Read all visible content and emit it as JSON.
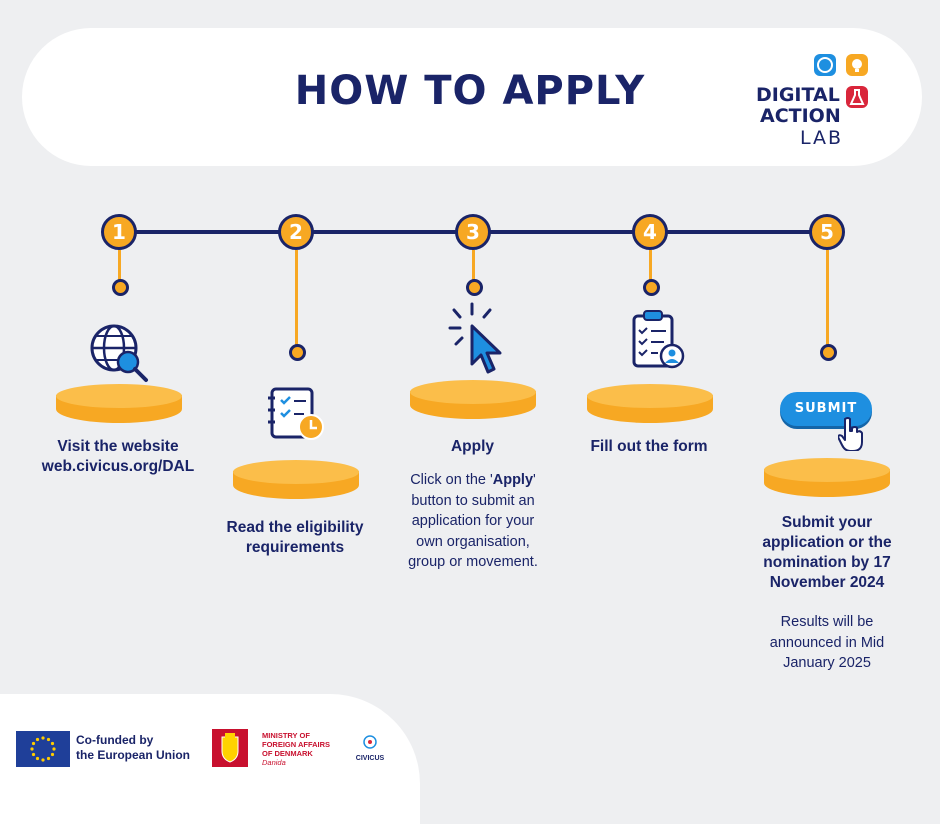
{
  "header": {
    "title": "HOW TO APPLY"
  },
  "logo": {
    "line1": "DIGITAL",
    "line2": "ACTION",
    "line3": "LAB"
  },
  "steps": [
    {
      "number": "1",
      "title": "Visit the website",
      "title2": "web.civicus.org/DAL",
      "icon": "globe-search-icon"
    },
    {
      "number": "2",
      "title": "Read the eligibility requirements",
      "icon": "notebook-checklist-icon"
    },
    {
      "number": "3",
      "title": "Apply",
      "description_pre": "Click on the '",
      "description_bold": "Apply",
      "description_post": "' button to submit an application for your own organisation, group or movement.",
      "icon": "cursor-click-icon"
    },
    {
      "number": "4",
      "title": "Fill out the form",
      "icon": "clipboard-form-icon"
    },
    {
      "number": "5",
      "title": "Submit your application or the nomination by 17 November 2024",
      "description": "Results will be announced in Mid January 2025",
      "button_label": "SUBMIT",
      "icon": "hand-pointer-icon"
    }
  ],
  "footer": {
    "eu_line1": "Co-funded by",
    "eu_line2": "the European Union",
    "dk_line1": "MINISTRY OF",
    "dk_line2": "FOREIGN AFFAIRS",
    "dk_line3": "OF DENMARK",
    "dk_line4": "Danida",
    "civicus": "CIVICUS"
  },
  "colors": {
    "navy": "#1a2468",
    "orange": "#f7a823",
    "blue": "#1e8fe0",
    "background": "#eeeff1"
  }
}
